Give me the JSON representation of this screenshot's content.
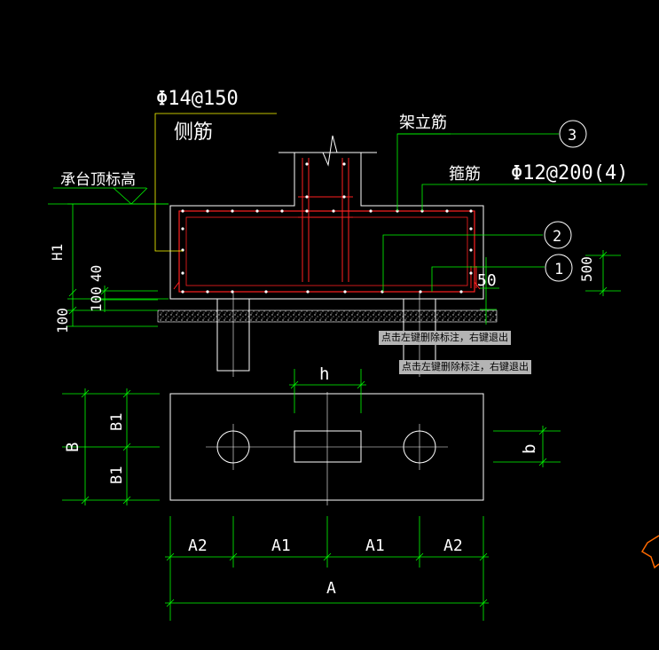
{
  "labels": {
    "side_bar_spec": "Φ14@150",
    "side_bar": "侧筋",
    "cap_top_elev": "承台顶标高",
    "erection_bar": "架立筋",
    "stirrup": "箍筋",
    "stirrup_spec": "Φ12@200(4)",
    "bubble_1": "1",
    "bubble_2": "2",
    "bubble_3": "3",
    "dim_H1": "H1",
    "dim_40": "40",
    "dim_100a": "100",
    "dim_100b": "100",
    "dim_50": "50",
    "dim_500": "500",
    "dim_h": "h",
    "dim_b": "b",
    "dim_B": "B",
    "dim_B1_top": "B1",
    "dim_B1_bottom": "B1",
    "dim_A2_left": "A2",
    "dim_A1_left": "A1",
    "dim_A1_right": "A1",
    "dim_A2_right": "A2",
    "dim_A": "A"
  },
  "tooltips": {
    "tip1": "点击左键删除标注，右键退出",
    "tip2": "点击左键删除标注，右键退出"
  },
  "colors": {
    "background": "#000000",
    "outline": "#ffffff",
    "rebar": "#ff2020",
    "dimension": "#00ff00",
    "leader_yellow": "#ffff00",
    "cursor": "#ff6a00"
  }
}
